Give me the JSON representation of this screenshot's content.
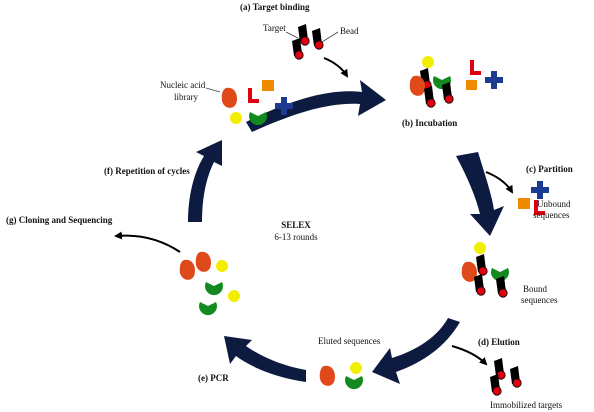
{
  "steps": {
    "a": "(a) Target binding",
    "b": "(b) Incubation",
    "c": "(c) Partition",
    "d": "(d) Elution",
    "e": "(e) PCR",
    "f": "(f) Repetition of cycles",
    "g": "(g) Cloning and Sequencing"
  },
  "labels": {
    "target": "Target",
    "bead": "Bead",
    "library_line1": "Nucleic acid",
    "library_line2": "library",
    "unbound_line1": "Unbound",
    "unbound_line2": "sequences",
    "bound_line1": "Bound",
    "bound_line2": "sequences",
    "eluted": "Eluted sequences",
    "immobilized": "Immobilized targets"
  },
  "center": {
    "title": "SELEX",
    "rounds": "6-13 rounds"
  },
  "colors": {
    "arrow": "#0d1b40",
    "black_arrow": "#000000",
    "bead_red": "#e1000f",
    "target_black": "#000000",
    "seq_orange_red": "#e0491a",
    "seq_yellow": "#f3ee00",
    "seq_green": "#128a1f",
    "seq_red_L": "#e1000f",
    "seq_orange": "#f08a00",
    "seq_blue_cross": "#1c3a8f"
  }
}
